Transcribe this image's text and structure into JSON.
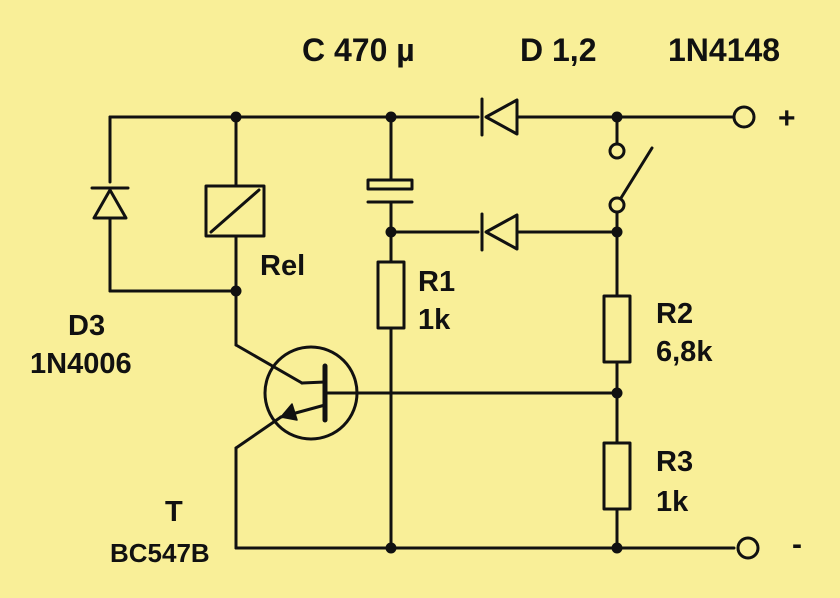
{
  "labels": {
    "capacitor": "C 470 µ",
    "diodes_d12": "D 1,2",
    "diode_type_d12": "1N4148",
    "relay": "Rel",
    "d3": "D3",
    "d3_type": "1N4006",
    "r1": "R1",
    "r1_value": "1k",
    "r2": "R2",
    "r2_value": "6,8k",
    "r3": "R3",
    "r3_value": "1k",
    "transistor": "T",
    "transistor_type": "BC547B",
    "plus": "+",
    "minus": "-"
  },
  "colors": {
    "background": "#f9ef98",
    "ink": "#111111"
  }
}
